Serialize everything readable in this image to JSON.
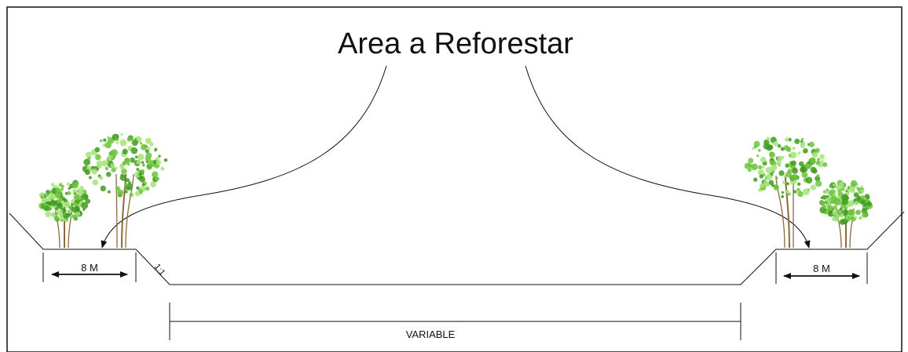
{
  "title": "Area a Reforestar",
  "dimensions": {
    "left_width": "8 M",
    "right_width": "8 M",
    "bottom_width": "VARIABLE",
    "slope_ratio": "1:1"
  },
  "colors": {
    "line": "#111111",
    "foliage_dark": "#3f9c1f",
    "foliage_mid": "#6cc43c",
    "foliage_light": "#a6e37a",
    "trunk": "#8a6a3a"
  },
  "icons": [
    "tree-icon"
  ]
}
